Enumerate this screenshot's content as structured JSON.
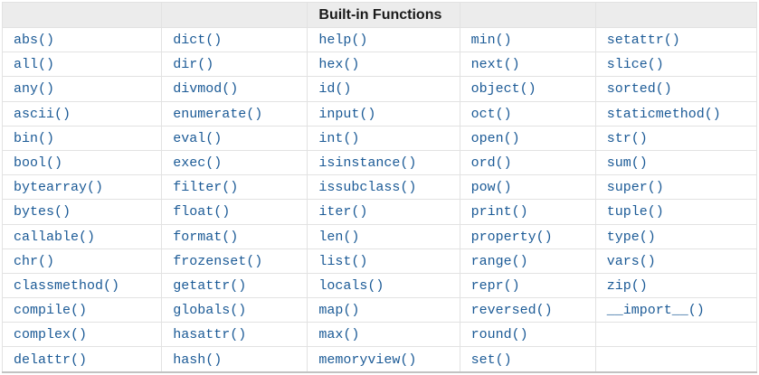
{
  "title": "Built-in Functions",
  "colors": {
    "link": "#1b5a96",
    "header_bg": "#ececec",
    "border": "#e2e2e2",
    "title_text": "#1a1a1a"
  },
  "cols": [
    [
      "abs()",
      "all()",
      "any()",
      "ascii()",
      "bin()",
      "bool()",
      "bytearray()",
      "bytes()",
      "callable()",
      "chr()",
      "classmethod()",
      "compile()",
      "complex()",
      "delattr()"
    ],
    [
      "dict()",
      "dir()",
      "divmod()",
      "enumerate()",
      "eval()",
      "exec()",
      "filter()",
      "float()",
      "format()",
      "frozenset()",
      "getattr()",
      "globals()",
      "hasattr()",
      "hash()"
    ],
    [
      "help()",
      "hex()",
      "id()",
      "input()",
      "int()",
      "isinstance()",
      "issubclass()",
      "iter()",
      "len()",
      "list()",
      "locals()",
      "map()",
      "max()",
      "memoryview()"
    ],
    [
      "min()",
      "next()",
      "object()",
      "oct()",
      "open()",
      "ord()",
      "pow()",
      "print()",
      "property()",
      "range()",
      "repr()",
      "reversed()",
      "round()",
      "set()"
    ],
    [
      "setattr()",
      "slice()",
      "sorted()",
      "staticmethod()",
      "str()",
      "sum()",
      "super()",
      "tuple()",
      "type()",
      "vars()",
      "zip()",
      "__import__()",
      "",
      ""
    ]
  ]
}
